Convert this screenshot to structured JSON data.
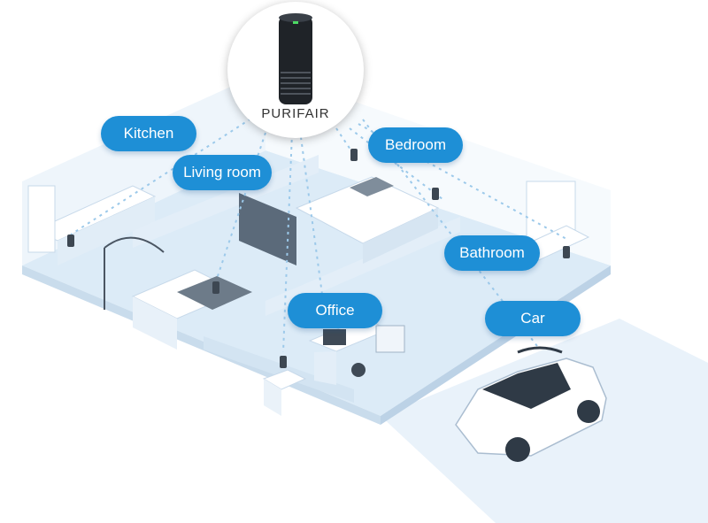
{
  "brand": {
    "name": "PURIFAIR",
    "product_icon": "air-purifier-icon"
  },
  "rooms": {
    "kitchen": "Kitchen",
    "living_room": "Living room",
    "bedroom": "Bedroom",
    "bathroom": "Bathroom",
    "office": "Office",
    "car": "Car"
  },
  "colors": {
    "label_bg": "#1e8fd6",
    "label_text": "#ffffff",
    "floor": "#dcebf7",
    "wall": "#f3f8fc",
    "accent": "#2a7fc7"
  }
}
